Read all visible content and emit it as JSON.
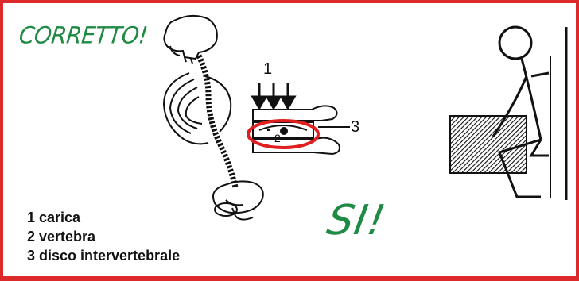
{
  "header": {
    "title": "CORRETTO!"
  },
  "verdict": {
    "label": "SI!"
  },
  "labels": {
    "n1": "1",
    "n2": "2",
    "n3": "3"
  },
  "legend": {
    "items": [
      {
        "label": "1 carica"
      },
      {
        "label": "2 vertebra"
      },
      {
        "label": "3 disco intervertebrale"
      }
    ]
  },
  "colors": {
    "frame": "#dc2a2a",
    "accent_green": "#1f8a43",
    "highlight_red": "#e02020",
    "ink": "#111111"
  },
  "icons": [
    "skeleton-spine-illustration",
    "load-arrows-icon",
    "vertebra-disc-illustration",
    "person-lifting-box-illustration"
  ]
}
